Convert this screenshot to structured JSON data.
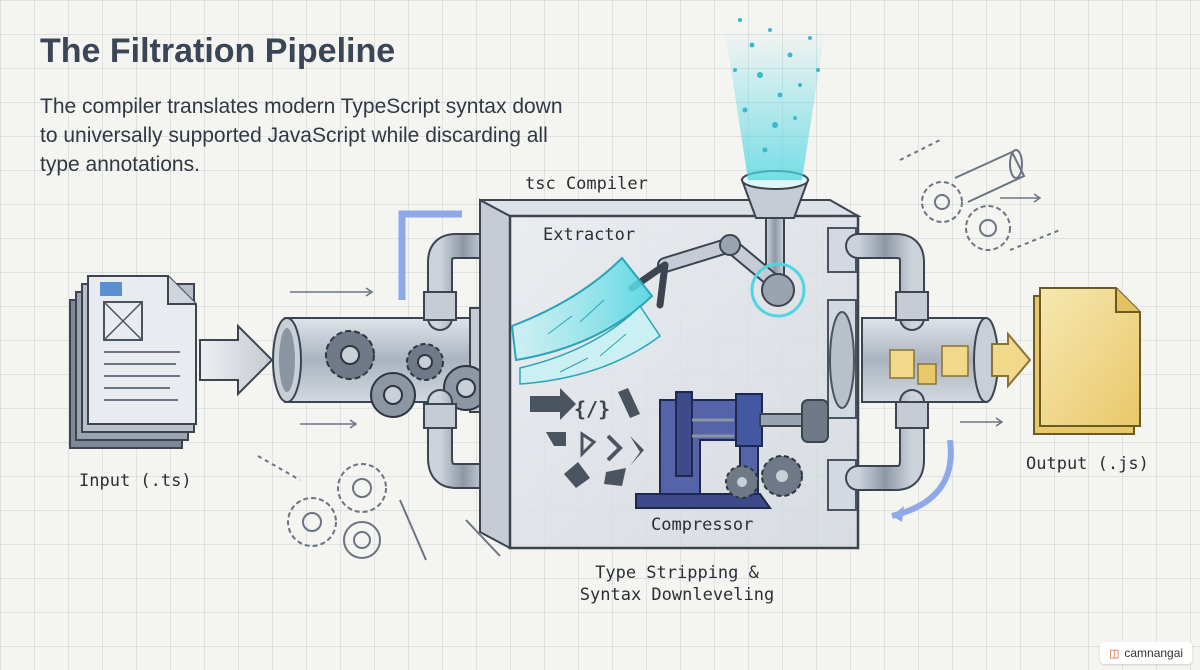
{
  "header": {
    "title": "The Filtration Pipeline",
    "subtitle": "The compiler translates modern TypeScript syntax down to universally supported JavaScript while discarding all type annotations."
  },
  "diagram": {
    "compiler_label": "tsc Compiler",
    "extractor_label": "Extractor",
    "compressor_label": "Compressor",
    "input_label": "Input (.ts)",
    "output_label": "Output (.js)",
    "caption_line1": "Type Stripping &",
    "caption_line2": "Syntax Downleveling",
    "code_glyph": "{/}"
  },
  "watermark": {
    "text": "camnangai",
    "icon": "tag-icon"
  },
  "colors": {
    "metal": "#b8c0ca",
    "glass_accent": "#4fd6e2",
    "gear_blue": "#3d4b8a",
    "file_yellow": "#f0d98a",
    "arrow_blue": "#8fa8e8"
  }
}
